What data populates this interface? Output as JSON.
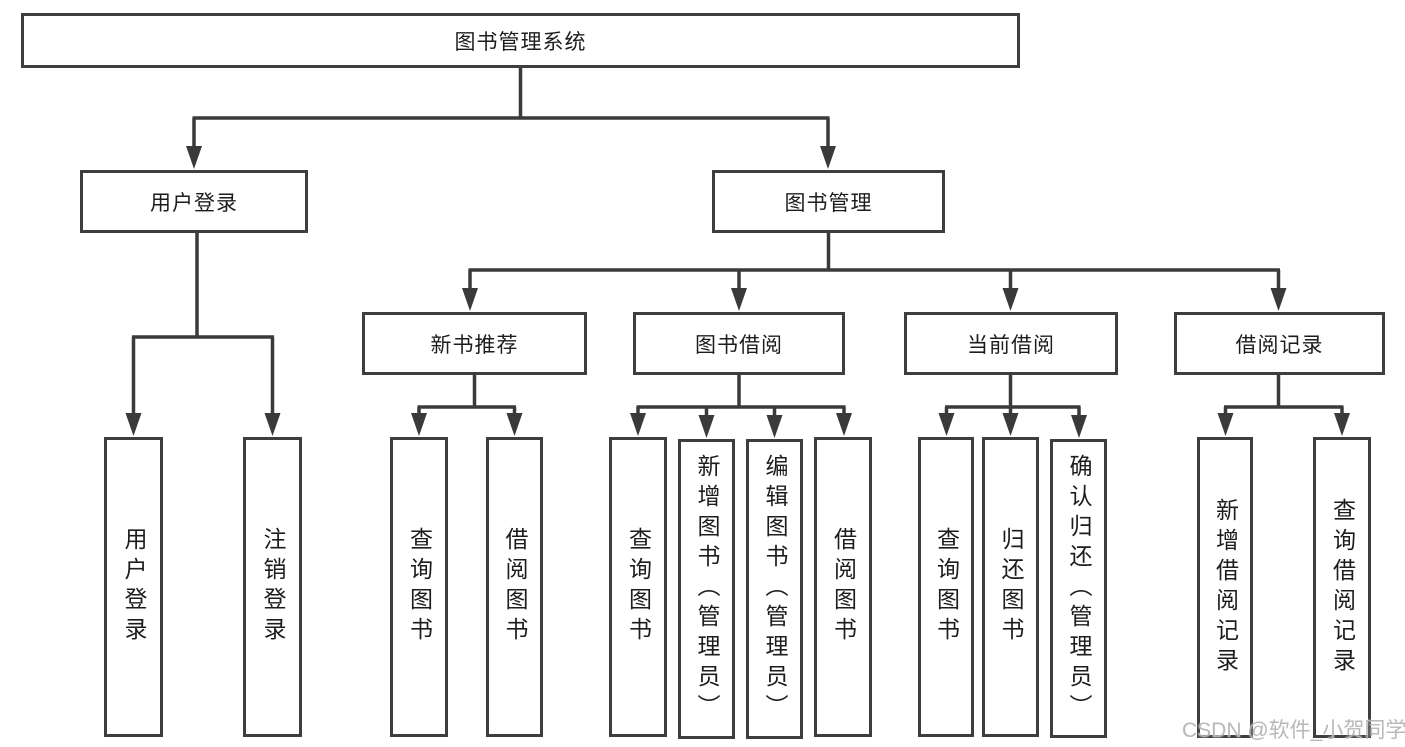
{
  "diagram": {
    "title_note": "library management system functional structure",
    "nodes": {
      "root": "图书管理系统",
      "user_login": "用户登录",
      "book_mgmt": "图书管理",
      "new_book_rec": "新书推荐",
      "book_borrow": "图书借阅",
      "current_borrow": "当前借阅",
      "borrow_records": "借阅记录",
      "leaf_user_login": "用户登录",
      "leaf_logout": "注销登录",
      "leaf_rec_query": "查询图书",
      "leaf_rec_borrow": "借阅图书",
      "leaf_bb_query": "查询图书",
      "leaf_bb_add": "新增图书（管理员）",
      "leaf_bb_edit": "编辑图书（管理员）",
      "leaf_bb_borrow": "借阅图书",
      "leaf_cb_query": "查询图书",
      "leaf_cb_return": "归还图书",
      "leaf_cb_confirm": "确认归还（管理员）",
      "leaf_br_add": "新增借阅记录",
      "leaf_br_query": "查询借阅记录"
    },
    "colors": {
      "box_border": "#3e3e3e",
      "line": "#3a3a3a",
      "text": "#1d1d1d",
      "watermark": "#b2b2b2"
    }
  },
  "watermark": "CSDN @软件_小贺同学"
}
